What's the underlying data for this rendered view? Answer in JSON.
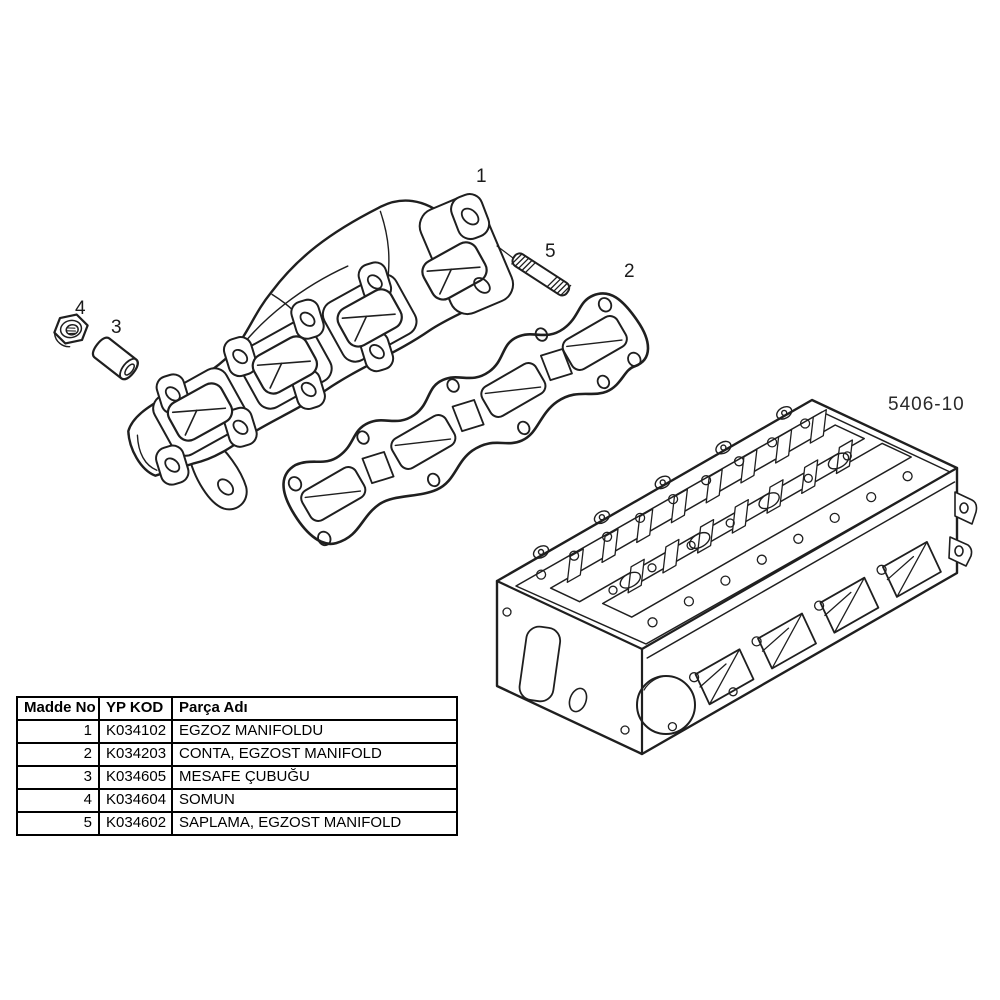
{
  "colors": {
    "ink": "#1f1f1f",
    "background": "#ffffff"
  },
  "diagram": {
    "drawing_number": "5406-10",
    "callouts": [
      {
        "n": "1"
      },
      {
        "n": "2"
      },
      {
        "n": "3"
      },
      {
        "n": "4"
      },
      {
        "n": "5"
      }
    ]
  },
  "table": {
    "headers": [
      "Madde No",
      "YP KOD",
      "Parça Adı"
    ],
    "rows": [
      [
        "1",
        "K034102",
        "EGZOZ MANIFOLDU"
      ],
      [
        "2",
        "K034203",
        "CONTA, EGZOST MANIFOLD"
      ],
      [
        "3",
        "K034605",
        "MESAFE ÇUBUĞU"
      ],
      [
        "4",
        "K034604",
        "SOMUN"
      ],
      [
        "5",
        "K034602",
        "SAPLAMA, EGZOST MANIFOLD"
      ]
    ]
  }
}
